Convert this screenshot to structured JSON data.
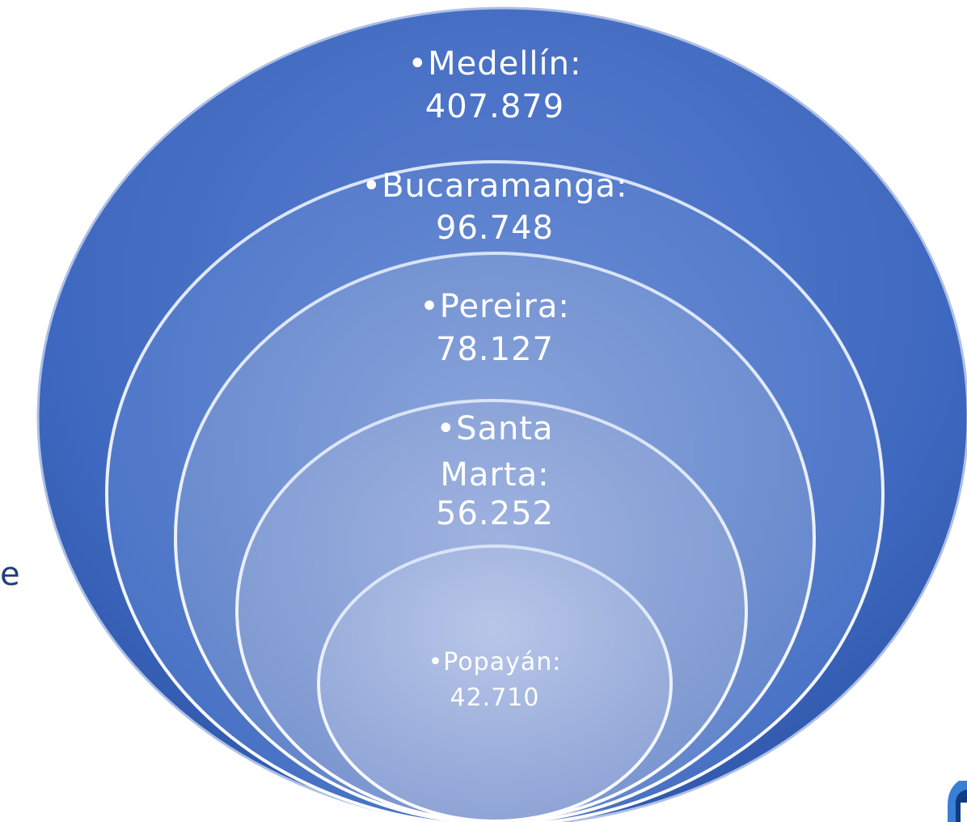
{
  "diagram": {
    "rings": [
      {
        "label": "•Medellín:",
        "value": "407.879"
      },
      {
        "label": "•Bucaramanga:",
        "value": "96.748"
      },
      {
        "label": "•Pereira:",
        "value": "78.127"
      },
      {
        "label": "•Santa",
        "label2": "Marta:",
        "value": "56.252"
      },
      {
        "label": "•Popayán:",
        "value": "42.710"
      }
    ],
    "colors": {
      "outer": "#3a63b8",
      "ring2": "#4f78c8",
      "ring3": "#6b8ccf",
      "ring4": "#8aa3d6",
      "inner": "#a7b7df",
      "rim": "#c9d6f2"
    }
  },
  "partial_text": {
    "left_letter": "e"
  }
}
